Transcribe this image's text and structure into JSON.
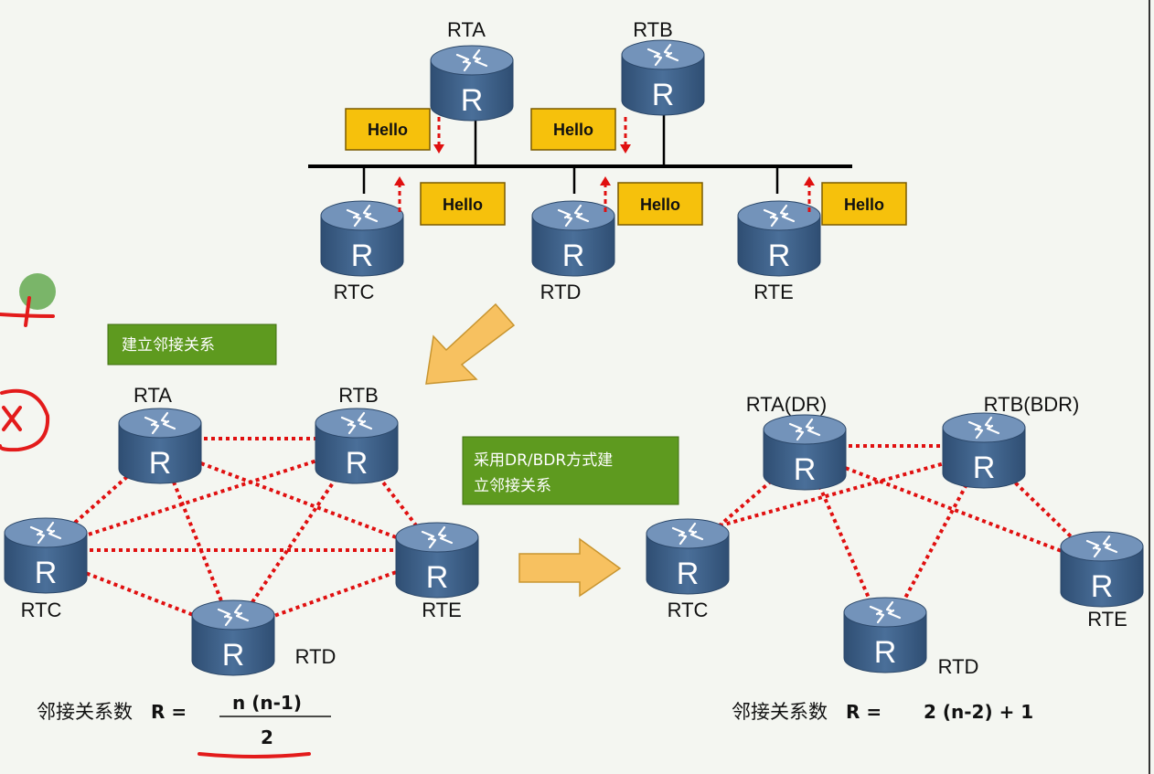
{
  "top_network": {
    "routers": [
      "RTA",
      "RTB",
      "RTC",
      "RTD",
      "RTE"
    ],
    "hello_label": "Hello"
  },
  "router_glyph": "R",
  "left_network": {
    "badge": "建立邻接关系",
    "routers": [
      "RTA",
      "RTB",
      "RTC",
      "RTE",
      "RTD"
    ],
    "formula_prefix": "邻接关系数",
    "formula_var": "R =",
    "formula_numerator": "n (n-1)",
    "formula_denominator": "2"
  },
  "right_network": {
    "badge_line1": "采用DR/BDR方式建",
    "badge_line2": "立邻接关系",
    "routers": [
      "RTA(DR)",
      "RTB(BDR)",
      "RTC",
      "RTE",
      "RTD"
    ],
    "formula_prefix": "邻接关系数",
    "formula_var": "R =",
    "formula_value": "2 (n-2) + 1"
  },
  "colors": {
    "router_body": "#3d5f86",
    "router_top": "#6e8fb4",
    "hello_fill": "#f6c10c",
    "badge_green": "#5e9a1f",
    "link_red": "#e01010",
    "arrow_fill": "#f7c160"
  }
}
